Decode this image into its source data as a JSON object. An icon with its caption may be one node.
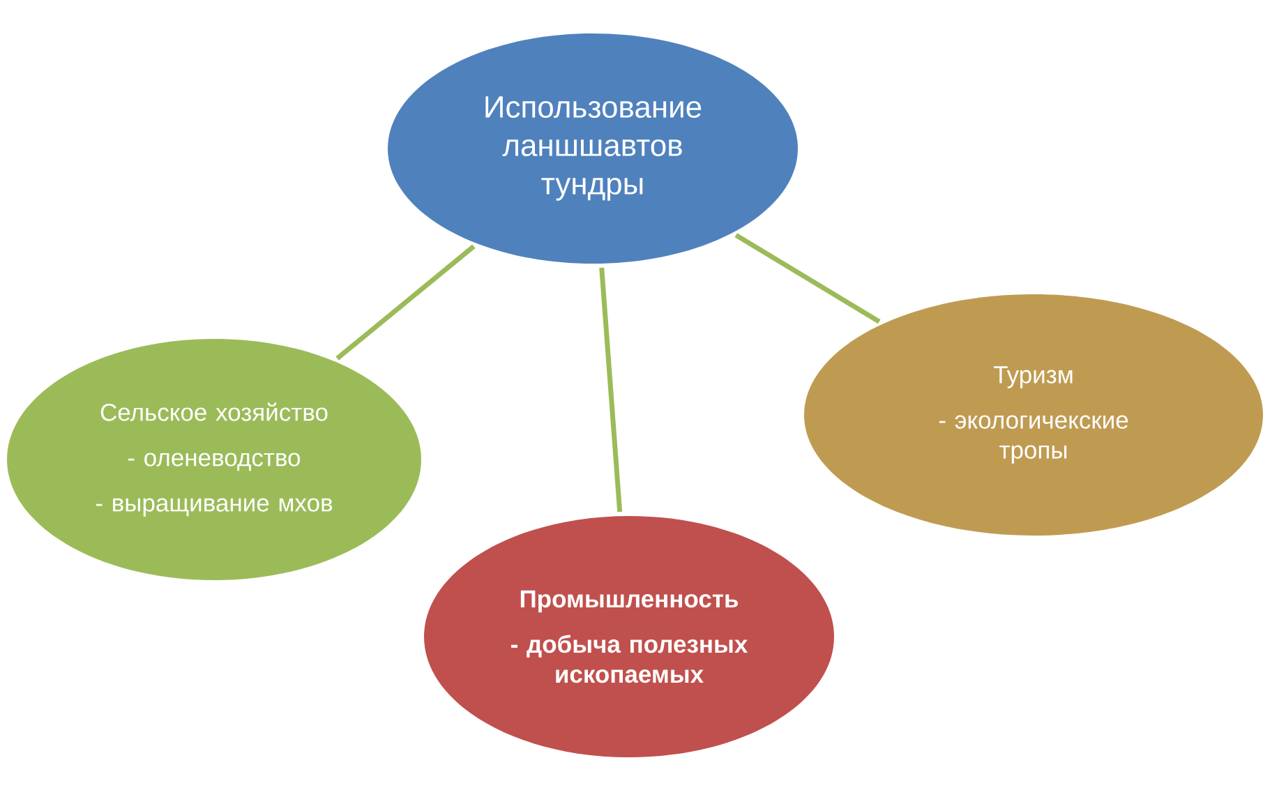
{
  "diagram": {
    "nodes": [
      {
        "text": [
          "Использование ланшшавтов тундры"
        ]
      },
      {
        "text": [
          "Сельское хозяйство",
          "- оленеводство",
          "- выращивание мхов"
        ]
      },
      {
        "text": [
          "Промышленность",
          "- добыча полезных ископаемых"
        ]
      },
      {
        "text": [
          "Туризм",
          "- экологичекские тропы"
        ]
      }
    ],
    "edges": [
      {
        "from": 0,
        "to": 1,
        "arrow": "none"
      },
      {
        "from": 0,
        "to": 2,
        "arrow": "none"
      },
      {
        "from": 0,
        "to": 3,
        "arrow": "none"
      }
    ]
  }
}
